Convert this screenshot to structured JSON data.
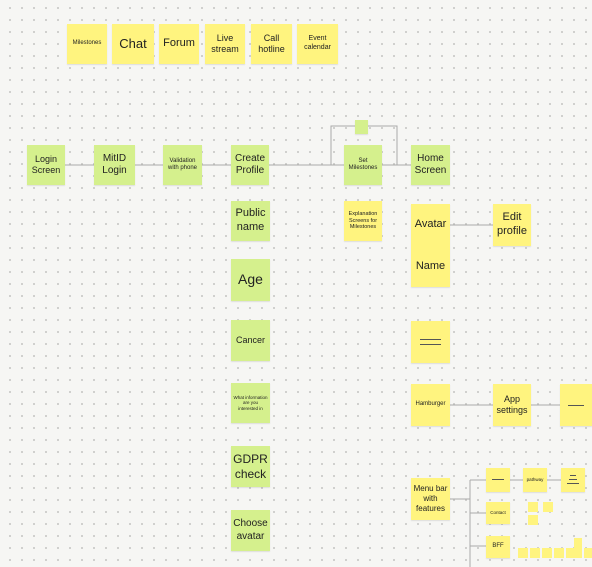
{
  "palette": {
    "yellow": "#fff47f",
    "green": "#d5f08d",
    "canvas": "#f6f6f4",
    "connector": "#aaaaaa"
  },
  "top_notes": {
    "milestones": "Milestones",
    "chat": "Chat",
    "forum": "Forum",
    "live_stream": "Live stream",
    "call_hotline": "Call hotline",
    "event_calendar": "Event calendar"
  },
  "flow": {
    "login_screen": "Login Screen",
    "mitid_login": "MitID Login",
    "validation_with_phone": "Validation with phone",
    "create_profile": "Create Profile",
    "set_milestones": "Set Milestones",
    "home_screen": "Home Screen"
  },
  "profile_steps": {
    "public_name": "Public name",
    "age": "Age",
    "cancer": "Cancer",
    "what_information": "What information are you interested in",
    "gdpr_check": "GDPR check",
    "choose_avatar": "Choose avatar"
  },
  "milestones_explanation": "Explanation Screens for Milestones",
  "home_elements": {
    "avatar": "Avatar",
    "edit_profile": "Edit profile",
    "name": "Name",
    "hamburger": "Hamburger",
    "app_settings": "App settings",
    "menu_bar": "Menu bar with features"
  },
  "menu_features": {
    "pathway": "pathway",
    "contact": "Contact",
    "bff": "BFF"
  },
  "icons": [
    "lines-icon",
    "underline-icon"
  ]
}
